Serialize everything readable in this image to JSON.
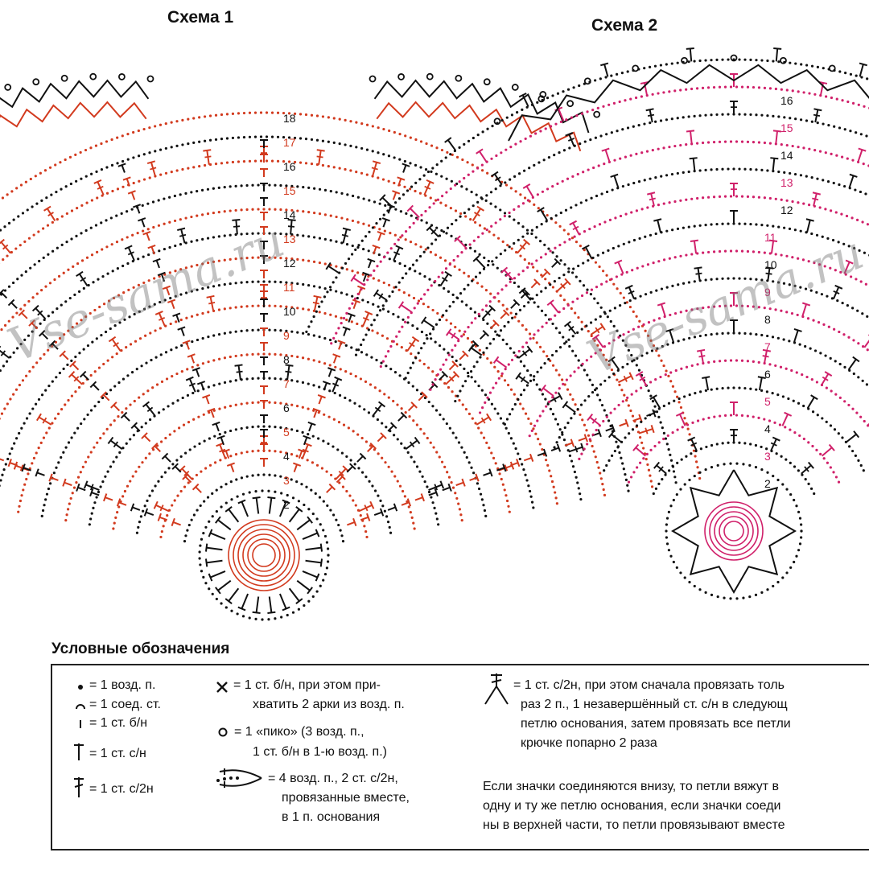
{
  "diagram1": {
    "title": "Схема 1",
    "row_labels": [
      "2",
      "3",
      "4",
      "5",
      "6",
      "7",
      "8",
      "9",
      "10",
      "11",
      "12",
      "13",
      "14",
      "15",
      "16",
      "17",
      "18"
    ]
  },
  "diagram2": {
    "title": "Схема 2",
    "row_labels": [
      "2",
      "3",
      "4",
      "5",
      "6",
      "7",
      "8",
      "9",
      "10",
      "11",
      "12",
      "13",
      "14",
      "15",
      "16"
    ]
  },
  "watermark": "Vse-sama.ru",
  "legend": {
    "title": "Условные обозначения",
    "chain": "= 1 возд. п.",
    "slip": "= 1 соед. ст.",
    "sc": "= 1 ст. б/н",
    "hdc": "= 1 ст. с/н",
    "dc": "= 1 ст. с/2н",
    "x_line1": "= 1 ст. б/н, при этом при-",
    "x_line2": "хватить 2 арки из возд. п.",
    "picot_line1": "= 1 «пико» (3 возд. п.,",
    "picot_line2": "1 ст. б/н в 1-ю возд. п.)",
    "cluster_line1": "= 4 возд. п., 2 ст. с/2н,",
    "cluster_line2": "провязанные вместе,",
    "cluster_line3": "в 1 п. основания",
    "dec_line1": "= 1 ст. с/2н, при этом сначала провязать толь",
    "dec_line2": "раз 2 п., 1 незавершённый ст. с/н в следующ",
    "dec_line3": "петлю основания, затем провязать все петли",
    "dec_line4": "крючке попарно 2 раза",
    "note_line1": "Если значки соединяются внизу, то петли вяжут в",
    "note_line2": "одну и ту же петлю основания, если значки соеди",
    "note_line3": "ны в верхней части, то петли провязывают вместе"
  },
  "colors": {
    "black": "#111111",
    "red": "#d23a1e",
    "magenta": "#d0206a"
  }
}
